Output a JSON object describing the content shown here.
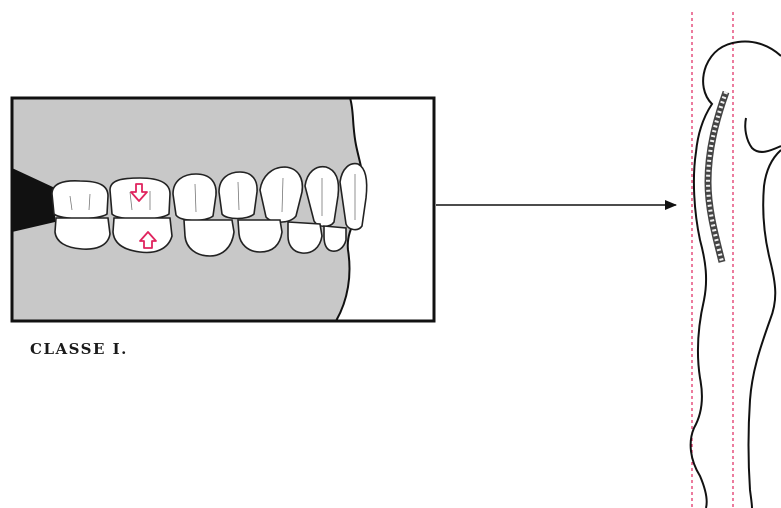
{
  "caption": "CLASSE I.",
  "colors": {
    "background": "#ffffff",
    "gum_fill": "#c8c8c8",
    "outline": "#111111",
    "force_arrow": "#e0245e",
    "posture_reference_line": "#e0245e",
    "spine": "#555555"
  },
  "icons": {
    "occlusion_force_up": "hollow-arrow-down",
    "occlusion_force_down": "hollow-arrow-up",
    "connector": "arrow-right"
  }
}
